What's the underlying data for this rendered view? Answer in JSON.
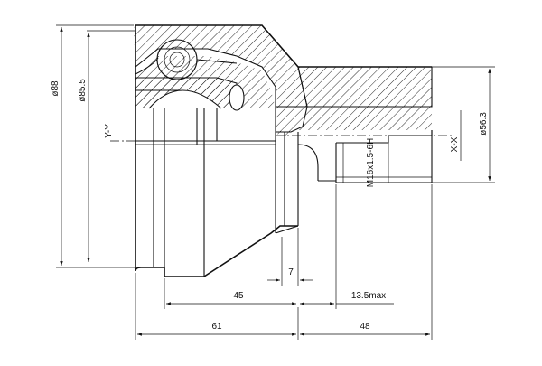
{
  "drawing": {
    "dimensions": {
      "diameter_outer": "ø88",
      "diameter_inner": "ø85.5",
      "diameter_shaft": "ø56.3",
      "length_left": "61",
      "length_right": "48",
      "length_middle": "45",
      "length_small": "7",
      "length_max": "13.5max"
    },
    "axes": {
      "y_axis": "Y-Y",
      "x_axis": "X-X"
    },
    "thread": "M16x1.5-6H"
  }
}
